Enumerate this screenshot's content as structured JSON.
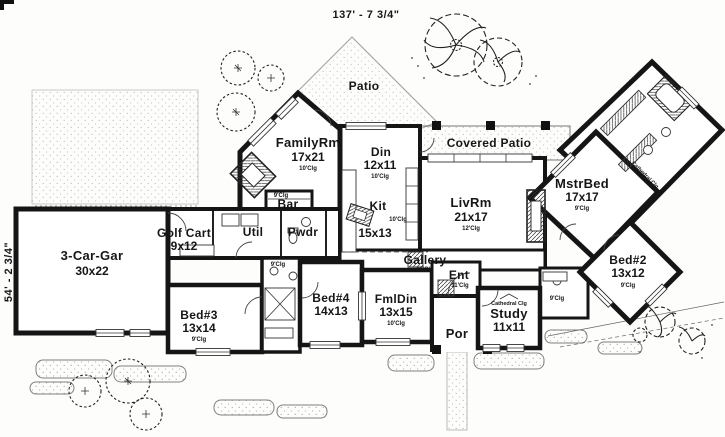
{
  "page": {
    "type": "house-floor-plan-blueprint"
  },
  "dimensions": {
    "overall_width": "137' - 7 3/4\"",
    "overall_depth": "54' - 2 3/4\""
  },
  "rooms": {
    "garage": {
      "name": "3-Car-Gar",
      "size": "30x22"
    },
    "golf_cart": {
      "name": "Golf Cart",
      "size": "9x12"
    },
    "util": {
      "name": "Util"
    },
    "pwdr": {
      "name": "Pwdr"
    },
    "bar": {
      "name": "Bar",
      "clg": "9'Clg"
    },
    "family_rm": {
      "name": "FamilyRm",
      "size": "17x21",
      "clg": "10'Clg"
    },
    "patio": {
      "name": "Patio"
    },
    "din": {
      "name": "Din",
      "size": "12x11",
      "clg": "10'Clg"
    },
    "kit": {
      "name": "Kit",
      "size": "15x13",
      "clg": "10'Clg"
    },
    "covered_patio": {
      "name": "Covered Patio"
    },
    "liv_rm": {
      "name": "LivRm",
      "size": "21x17",
      "clg": "12'Clg"
    },
    "mstr_bed": {
      "name": "MstrBed",
      "size": "17x17",
      "clg": "9'Clg"
    },
    "mstr_bath": {
      "clg": "Cathedral Clg"
    },
    "bed2": {
      "name": "Bed#2",
      "size": "13x12",
      "clg": "9'Clg"
    },
    "bed3": {
      "name": "Bed#3",
      "size": "13x14",
      "clg": "9'Clg"
    },
    "bed4": {
      "name": "Bed#4",
      "size": "14x13"
    },
    "fml_din": {
      "name": "FmlDin",
      "size": "13x15",
      "clg": "10'Clg"
    },
    "gallery": {
      "name": "Gallery",
      "clg": "11'Clg"
    },
    "ent": {
      "name": "Ent",
      "clg": "11'Clg"
    },
    "por": {
      "name": "Por"
    },
    "study": {
      "name": "Study",
      "size": "11x11",
      "clg": "Cathedral Clg"
    },
    "hall": {
      "clg": "9'Clg"
    }
  },
  "colors": {
    "ink": "#151515",
    "paper": "#ffffff",
    "stipple": "#777777"
  }
}
